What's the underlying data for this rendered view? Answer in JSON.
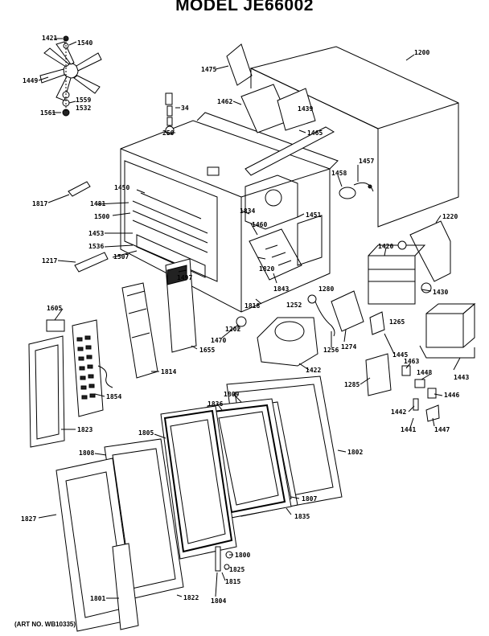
{
  "title": "MODEL JE66002",
  "art_number": "(ART NO. WB10335)",
  "labels": {
    "p1421": "1421",
    "p1540": "1540",
    "p1449": "1449",
    "p1559": "1559",
    "p1532": "1532",
    "p1561": "1561",
    "p1475": "1475",
    "p1200": "1200",
    "p1462": "1462",
    "p1439": "1439",
    "p1465": "1465",
    "p34": "34",
    "p250": "250",
    "p1457": "1457",
    "p1458": "1458",
    "p1817": "1817",
    "p1450": "1450",
    "p1481": "1481",
    "p1500": "1500",
    "p1453": "1453",
    "p1536": "1536",
    "p1217": "1217",
    "p1507": "1507",
    "p1834": "1834",
    "p1460": "1460",
    "p1451": "1451",
    "p1220": "1220",
    "p1420": "1420",
    "p1820": "1820",
    "p1843": "1843",
    "p1280": "1280",
    "p1430": "1430",
    "p1497": "1497",
    "p1818": "1818",
    "p1252": "1252",
    "p1265": "1265",
    "p1605": "1605",
    "p1202": "1202",
    "p1274": "1274",
    "p1470": "1470",
    "p1655": "1655",
    "p1256": "1256",
    "p1445": "1445",
    "p1814": "1814",
    "p1422": "1422",
    "p1463": "1463",
    "p1448": "1448",
    "p1443": "1443",
    "p1854": "1854",
    "p1285": "1285",
    "p1446": "1446",
    "p1809": "1809",
    "p1836": "1836",
    "p1442": "1442",
    "p1823": "1823",
    "p1441": "1441",
    "p1447": "1447",
    "p1805": "1805",
    "p1802": "1802",
    "p1808": "1808",
    "p1807": "1807",
    "p1827": "1827",
    "p1835": "1835",
    "p1800": "1800",
    "p1825": "1825",
    "p1815": "1815",
    "p1801": "1801",
    "p1822": "1822",
    "p1804": "1804"
  }
}
